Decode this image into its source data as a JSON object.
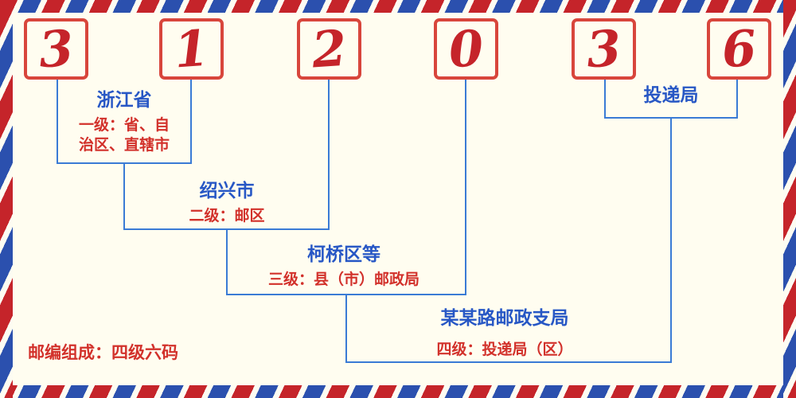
{
  "postal_code": {
    "digits": [
      "3",
      "1",
      "2",
      "0",
      "3",
      "6"
    ]
  },
  "annotations": {
    "level1": {
      "place": "浙江省",
      "desc_line1": "一级：省、自",
      "desc_line2": "治区、直辖市"
    },
    "level2": {
      "place": "绍兴市",
      "desc": "二级：邮区"
    },
    "level3": {
      "place": "柯桥区等",
      "desc": "三级：县（市）邮政局"
    },
    "level4": {
      "place": "某某路邮政支局",
      "desc": "四级：投递局（区）"
    },
    "delivery": {
      "place": "投递局"
    }
  },
  "footer": {
    "composition_label": "邮编组成：四级六码"
  },
  "colors": {
    "digit_red": "#c5242a",
    "box_border_red": "#d8463c",
    "connector_blue": "#3a7bd5",
    "place_blue": "#2757c5",
    "desc_red": "#d2312b",
    "background_cream": "#fffdf0",
    "stripe_red": "#c5242a",
    "stripe_blue": "#2b50ae"
  }
}
